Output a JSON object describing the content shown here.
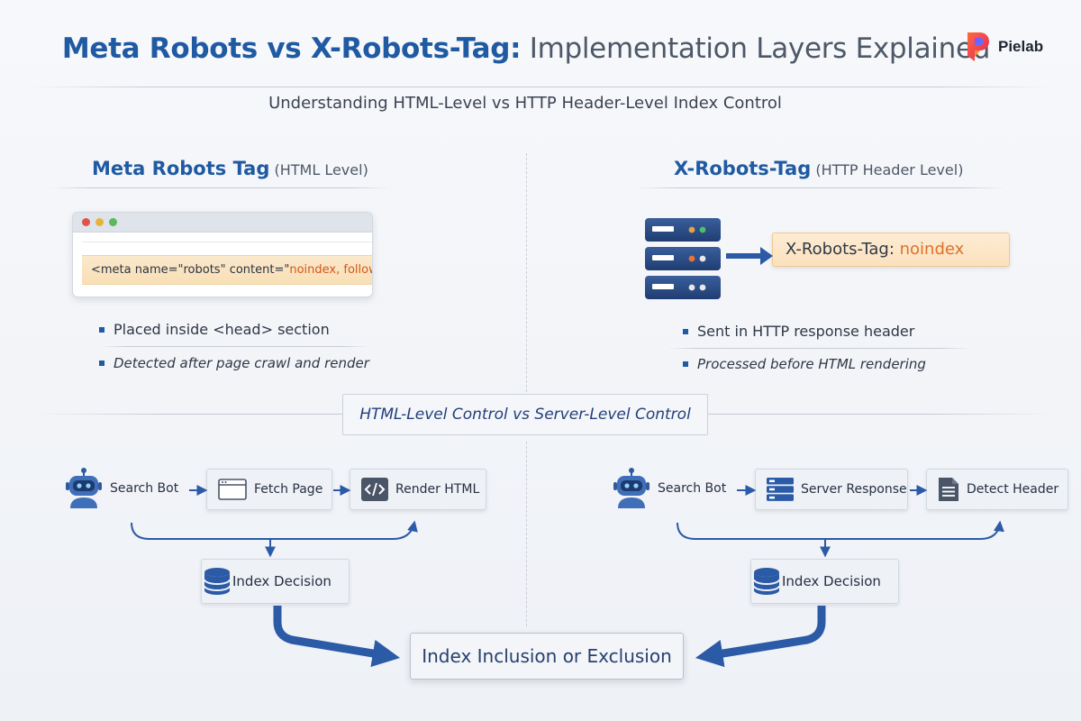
{
  "header": {
    "title_strong": "Meta Robots vs X-Robots-Tag:",
    "title_rest": " Implementation Layers Explained",
    "subtitle": "Understanding HTML-Level vs HTTP Header-Level Index Control",
    "logo_text": "Pielab"
  },
  "left": {
    "heading_strong": "Meta Robots Tag",
    "heading_rest": " (HTML Level)",
    "code_prefix": "<meta name=\"robots\" content=\"",
    "code_value": "noindex, follow",
    "code_suffix": "\">",
    "bullets": [
      "Placed inside <head> section",
      "Detected after page crawl and render"
    ]
  },
  "right": {
    "heading_strong": "X-Robots-Tag",
    "heading_rest": " (HTTP Header Level)",
    "header_label": "X-Robots-Tag: ",
    "header_value": "noindex",
    "bullets": [
      "Sent in HTTP response header",
      "Processed before HTML rendering"
    ]
  },
  "banner": "HTML-Level Control vs Server-Level Control",
  "flow_left": {
    "steps": [
      "Search Bot",
      "Fetch Page",
      "Render HTML"
    ],
    "decision": "Index Decision"
  },
  "flow_right": {
    "steps": [
      "Search Bot",
      "Server Response",
      "Detect Header"
    ],
    "decision": "Index Decision"
  },
  "final": "Index Inclusion or Exclusion",
  "colors": {
    "primary_blue": "#1f5aa2",
    "highlight_orange": "#e0702a",
    "server_navy": "#27467e"
  },
  "icons": [
    "robot-icon",
    "browser-window-icon",
    "code-icon",
    "server-rack-icon",
    "database-icon",
    "document-icon",
    "arrow-icon"
  ]
}
